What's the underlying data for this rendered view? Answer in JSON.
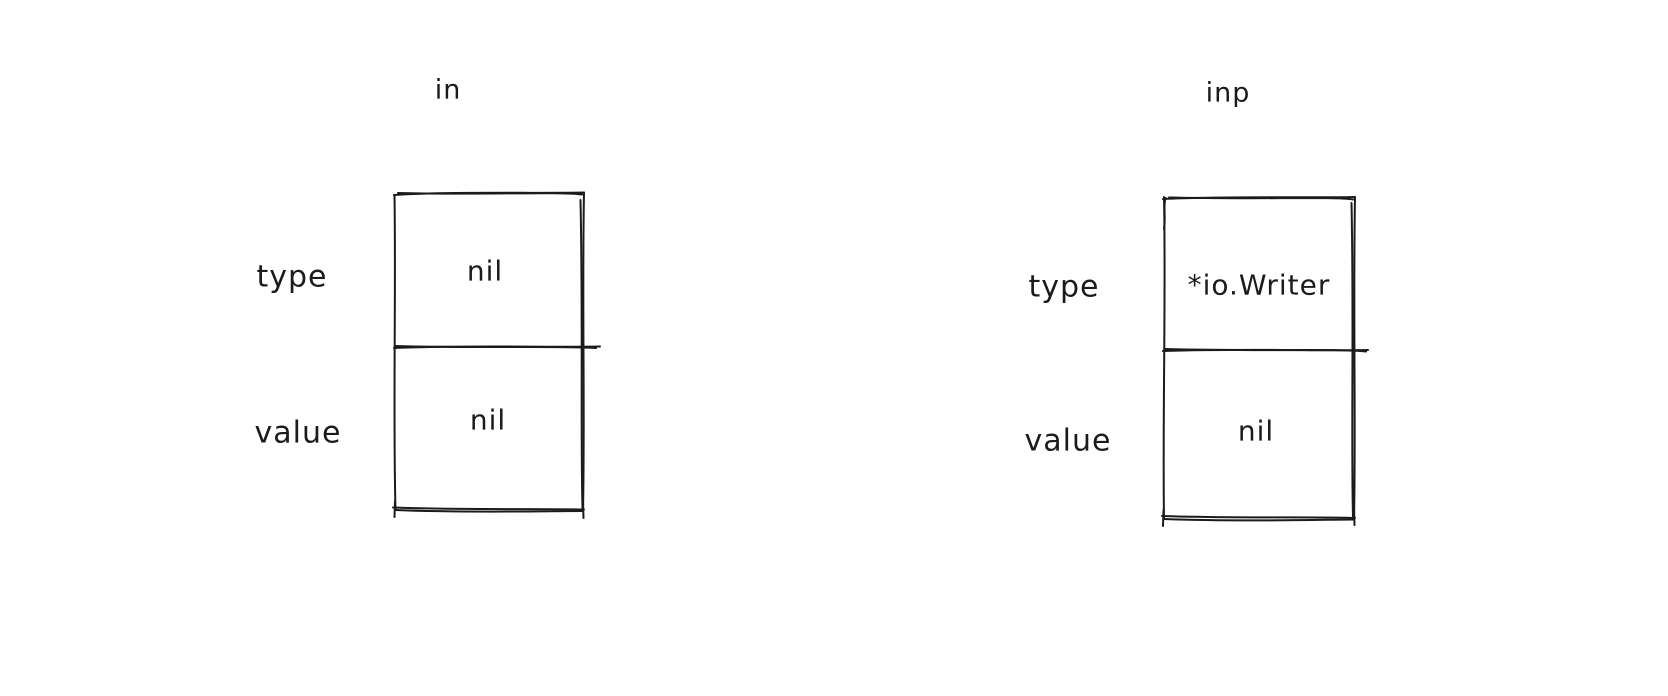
{
  "canvas": {
    "background": "#ffffff",
    "ink": "#1b1b1b"
  },
  "diagrams": [
    {
      "id": "in",
      "title": "in",
      "rows": [
        {
          "label": "type",
          "value": "nil"
        },
        {
          "label": "value",
          "value": "nil"
        }
      ]
    },
    {
      "id": "inp",
      "title": "inp",
      "rows": [
        {
          "label": "type",
          "value": "*io.Writer"
        },
        {
          "label": "value",
          "value": "nil"
        }
      ]
    }
  ]
}
